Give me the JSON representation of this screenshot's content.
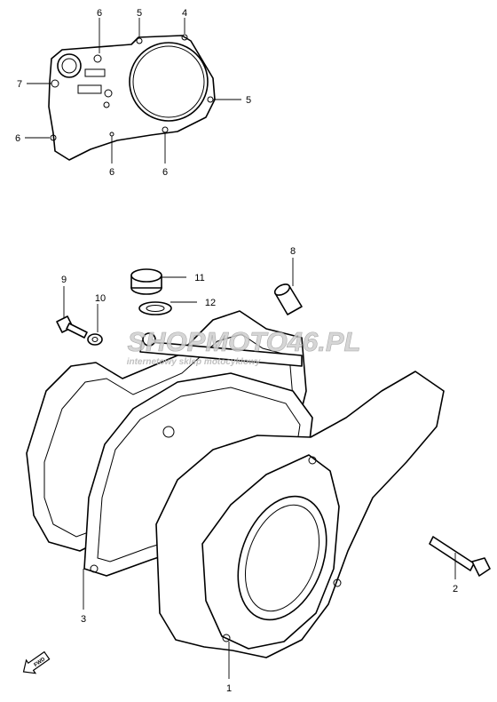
{
  "callouts": [
    "6",
    "5",
    "4",
    "7",
    "5",
    "6",
    "6",
    "6",
    "8",
    "9",
    "10",
    "11",
    "12",
    "2",
    "3",
    "1"
  ],
  "watermark": {
    "brand": "SHOPMOTO46.PL",
    "tagline": "internetowy sklep motocyklowy"
  },
  "front_arrow": "FWD"
}
